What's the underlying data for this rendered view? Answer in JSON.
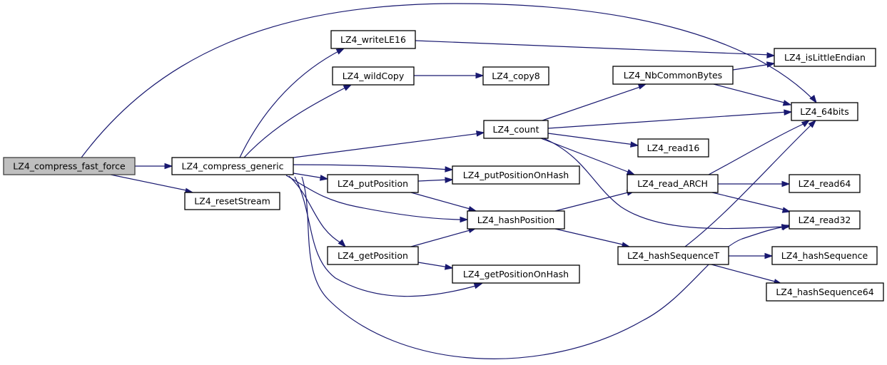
{
  "diagram": {
    "type": "call-graph",
    "root": "LZ4_compress_fast_force",
    "edge_color": "#191970",
    "root_fill": "#bfbfbf",
    "nodes": [
      {
        "id": "compress_fast_force",
        "label": "LZ4_compress_fast_force",
        "root": true
      },
      {
        "id": "compress_generic",
        "label": "LZ4_compress_generic"
      },
      {
        "id": "resetStream",
        "label": "LZ4_resetStream"
      },
      {
        "id": "writeLE16",
        "label": "LZ4_writeLE16"
      },
      {
        "id": "wildCopy",
        "label": "LZ4_wildCopy"
      },
      {
        "id": "copy8",
        "label": "LZ4_copy8"
      },
      {
        "id": "count",
        "label": "LZ4_count"
      },
      {
        "id": "putPosition",
        "label": "LZ4_putPosition"
      },
      {
        "id": "putPositionOnHash",
        "label": "LZ4_putPositionOnHash"
      },
      {
        "id": "hashPosition",
        "label": "LZ4_hashPosition"
      },
      {
        "id": "getPosition",
        "label": "LZ4_getPosition"
      },
      {
        "id": "getPositionOnHash",
        "label": "LZ4_getPositionOnHash"
      },
      {
        "id": "NbCommonBytes",
        "label": "LZ4_NbCommonBytes"
      },
      {
        "id": "isLittleEndian",
        "label": "LZ4_isLittleEndian"
      },
      {
        "id": "bits64",
        "label": "LZ4_64bits"
      },
      {
        "id": "read16",
        "label": "LZ4_read16"
      },
      {
        "id": "read_ARCH",
        "label": "LZ4_read_ARCH"
      },
      {
        "id": "read64",
        "label": "LZ4_read64"
      },
      {
        "id": "read32",
        "label": "LZ4_read32"
      },
      {
        "id": "hashSequenceT",
        "label": "LZ4_hashSequenceT"
      },
      {
        "id": "hashSequence",
        "label": "LZ4_hashSequence"
      },
      {
        "id": "hashSequence64",
        "label": "LZ4_hashSequence64"
      }
    ],
    "edges": [
      {
        "from": "compress_fast_force",
        "to": "compress_generic"
      },
      {
        "from": "compress_fast_force",
        "to": "resetStream"
      },
      {
        "from": "compress_fast_force",
        "to": "bits64"
      },
      {
        "from": "compress_generic",
        "to": "writeLE16"
      },
      {
        "from": "compress_generic",
        "to": "wildCopy"
      },
      {
        "from": "compress_generic",
        "to": "count"
      },
      {
        "from": "compress_generic",
        "to": "putPositionOnHash"
      },
      {
        "from": "compress_generic",
        "to": "putPosition"
      },
      {
        "from": "compress_generic",
        "to": "hashPosition"
      },
      {
        "from": "compress_generic",
        "to": "getPosition"
      },
      {
        "from": "compress_generic",
        "to": "getPositionOnHash"
      },
      {
        "from": "compress_generic",
        "to": "read32"
      },
      {
        "from": "writeLE16",
        "to": "isLittleEndian"
      },
      {
        "from": "wildCopy",
        "to": "copy8"
      },
      {
        "from": "count",
        "to": "NbCommonBytes"
      },
      {
        "from": "count",
        "to": "bits64"
      },
      {
        "from": "count",
        "to": "read16"
      },
      {
        "from": "count",
        "to": "read_ARCH"
      },
      {
        "from": "count",
        "to": "read32"
      },
      {
        "from": "NbCommonBytes",
        "to": "isLittleEndian"
      },
      {
        "from": "NbCommonBytes",
        "to": "bits64"
      },
      {
        "from": "putPosition",
        "to": "putPositionOnHash"
      },
      {
        "from": "putPosition",
        "to": "hashPosition"
      },
      {
        "from": "getPosition",
        "to": "hashPosition"
      },
      {
        "from": "getPosition",
        "to": "getPositionOnHash"
      },
      {
        "from": "hashPosition",
        "to": "read_ARCH"
      },
      {
        "from": "hashPosition",
        "to": "hashSequenceT"
      },
      {
        "from": "read_ARCH",
        "to": "bits64"
      },
      {
        "from": "read_ARCH",
        "to": "read64"
      },
      {
        "from": "read_ARCH",
        "to": "read32"
      },
      {
        "from": "hashSequenceT",
        "to": "bits64"
      },
      {
        "from": "hashSequenceT",
        "to": "hashSequence"
      },
      {
        "from": "hashSequenceT",
        "to": "hashSequence64"
      }
    ]
  }
}
